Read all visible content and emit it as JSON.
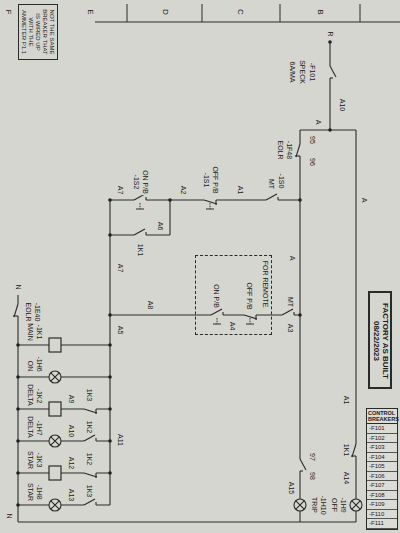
{
  "diagram": {
    "nodes": [
      {
        "text": [
          "NOT THE SAME BREAKER THAT IS WIRED UP WITH THE AMMETER P1.1"
        ]
      },
      {
        "text": [
          "FOR REMOTE"
        ]
      },
      {
        "text": [
          "FACTORY AS BUILT",
          "08/22/2023"
        ]
      },
      {
        "text": [
          "CONTROL BREAKERS"
        ]
      }
    ],
    "labels": [
      "F",
      "E",
      "D",
      "C",
      "B",
      "R",
      "-F101",
      "SPECK",
      "6A/MA",
      "A10",
      "A",
      "95",
      "96",
      "-1F48",
      "EOLR",
      "A",
      "-1S0",
      "MT",
      "A1",
      "-1S1",
      "OFF P/B",
      "A2",
      "-1S2",
      "ON P/B",
      "A7",
      "1K1",
      "A6",
      "A7",
      "A",
      "MT",
      "A3",
      "OFF P/B",
      "ON P/B",
      "A4",
      "A8",
      "A5",
      "-1E40",
      "EOLR",
      "N",
      "N",
      "-1K1",
      "MAIN",
      "-1H6",
      "ON",
      "1K3",
      "A9",
      "-1K2",
      "DELTA",
      "1K2",
      "A10",
      "-1H7",
      "DELTA",
      "A11",
      "1K2",
      "A12",
      "-1K3",
      "STAR",
      "1K3",
      "A13",
      "-1H8",
      "STAR",
      "97",
      "98",
      "A15",
      "1K1",
      "A14",
      "A1",
      "-1H10",
      "TRIP",
      "-1H9",
      "OFF",
      "-F101",
      "-F102",
      "-F103",
      "-F104",
      "-F105",
      "-F106",
      "-F107",
      "-F108",
      "-F109",
      "-F110",
      "-F111"
    ]
  }
}
